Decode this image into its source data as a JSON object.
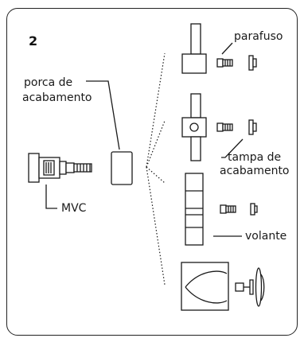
{
  "step_number": "2",
  "labels": {
    "porca_line1": "porca de",
    "porca_line2": "acabamento",
    "mvc": "MVC",
    "parafuso": "parafuso",
    "tampa_line1": "tampa de",
    "tampa_line2": "acabamento",
    "volante": "volante"
  },
  "colors": {
    "line": "#1a1a1a",
    "fill": "#ffffff"
  }
}
